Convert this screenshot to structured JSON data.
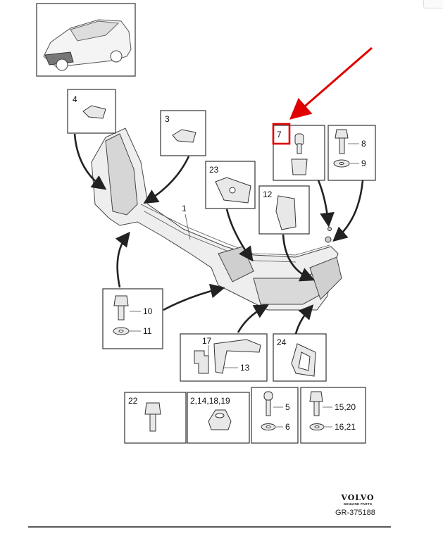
{
  "diagram": {
    "callouts": {
      "c1": "1",
      "c2": "3",
      "c3": "4",
      "c4": "7",
      "c5": "8",
      "c6": "9",
      "c7": "23",
      "c8": "12",
      "c9": "10",
      "c10": "11",
      "c11": "17",
      "c12": "13",
      "c13": "24",
      "c14": "22",
      "c15": "2,14,18,19",
      "c16": "5",
      "c17": "6",
      "c18": "15,20",
      "c19": "16,21"
    },
    "highlight_color": "#e00000"
  },
  "footer": {
    "brand": "VOLVO",
    "brand_sub": "GENUINE PARTS",
    "reference": "GR-375188"
  }
}
